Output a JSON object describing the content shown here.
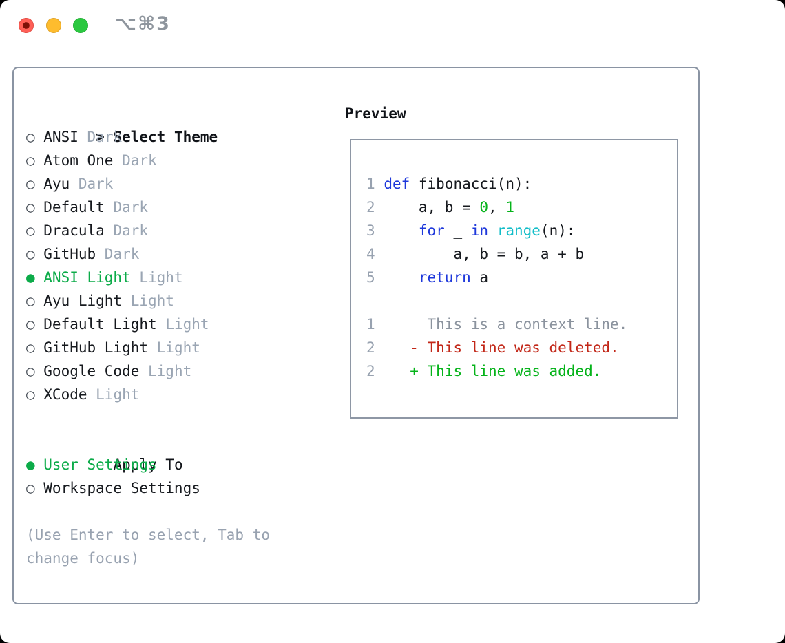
{
  "titlebar": {
    "shortcut": "⌥⌘3",
    "traffic_lights": [
      "close",
      "minimize",
      "zoom"
    ]
  },
  "glyphs": {
    "radio_on": "●",
    "radio_off": "○"
  },
  "panel": {
    "theme_selector": {
      "prompt": ">",
      "title": "Select Theme",
      "items": [
        {
          "name": "ANSI",
          "variant": "Dark",
          "selected": false
        },
        {
          "name": "Atom One",
          "variant": "Dark",
          "selected": false
        },
        {
          "name": "Ayu",
          "variant": "Dark",
          "selected": false
        },
        {
          "name": "Default",
          "variant": "Dark",
          "selected": false
        },
        {
          "name": "Dracula",
          "variant": "Dark",
          "selected": false
        },
        {
          "name": "GitHub",
          "variant": "Dark",
          "selected": false
        },
        {
          "name": "ANSI Light",
          "variant": "Light",
          "selected": true
        },
        {
          "name": "Ayu Light",
          "variant": "Light",
          "selected": false
        },
        {
          "name": "Default Light",
          "variant": "Light",
          "selected": false
        },
        {
          "name": "GitHub Light",
          "variant": "Light",
          "selected": false
        },
        {
          "name": "Google Code",
          "variant": "Light",
          "selected": false
        },
        {
          "name": "XCode",
          "variant": "Light",
          "selected": false
        }
      ]
    },
    "apply_to": {
      "title": "Apply To",
      "options": [
        {
          "label": "User Settings",
          "selected": true
        },
        {
          "label": "Workspace Settings",
          "selected": false
        }
      ]
    },
    "hint": "(Use Enter to select, Tab to\nchange focus)",
    "preview": {
      "title": "Preview",
      "lines": [
        {
          "num": "1",
          "type": "code",
          "segs": [
            [
              " ",
              "pl"
            ],
            [
              "def",
              "kw"
            ],
            [
              " fibonacci(n):",
              "pl"
            ]
          ]
        },
        {
          "num": "2",
          "type": "code",
          "segs": [
            [
              "     a, b = ",
              "pl"
            ],
            [
              "0",
              "cnum"
            ],
            [
              ", ",
              "pl"
            ],
            [
              "1",
              "cnum"
            ]
          ]
        },
        {
          "num": "3",
          "type": "code",
          "segs": [
            [
              "     ",
              "pl"
            ],
            [
              "for",
              "kw"
            ],
            [
              " _ ",
              "pl"
            ],
            [
              "in",
              "kw"
            ],
            [
              " ",
              "pl"
            ],
            [
              "range",
              "fn"
            ],
            [
              "(n):",
              "pl"
            ]
          ]
        },
        {
          "num": "4",
          "type": "code",
          "segs": [
            [
              "         a, b = b, a + b",
              "pl"
            ]
          ]
        },
        {
          "num": "5",
          "type": "code",
          "segs": [
            [
              "     ",
              "pl"
            ],
            [
              "return",
              "kw"
            ],
            [
              " a",
              "pl"
            ]
          ]
        },
        {
          "num": "1",
          "type": "context",
          "gap": true,
          "segs": [
            [
              "      This is a context line.",
              "ctx"
            ]
          ]
        },
        {
          "num": "2",
          "type": "deleted",
          "segs": [
            [
              "    ",
              "pl"
            ],
            [
              "- This line was deleted.",
              "del"
            ]
          ]
        },
        {
          "num": "2",
          "type": "added",
          "segs": [
            [
              "    ",
              "pl"
            ],
            [
              "+ This line was added.",
              "add"
            ]
          ]
        }
      ]
    }
  },
  "colors": {
    "accent-green": "#0cab49",
    "code-green": "#05b31a",
    "kw-blue": "#1e38db",
    "fn-cyan": "#12bdc8",
    "diff-red": "#c22718",
    "text-dark": "#16191e",
    "muted-gray": "#9aa5b3",
    "hint-gray": "#98a2b0",
    "linenum-gray": "#98a2b0",
    "ctx-gray": "#8b939e",
    "border-gray": "#8a94a3",
    "titlebar-gray": "#8e959d",
    "tl-close": "#ff5f57",
    "tl-close-dot": "#7d1007",
    "tl-min": "#febc2e",
    "tl-zoom": "#2bc840"
  }
}
